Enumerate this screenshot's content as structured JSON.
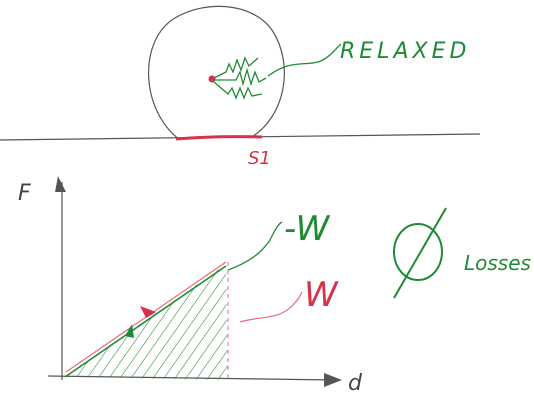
{
  "colors": {
    "ink_gray": "#444444",
    "ink_green": "#1f8a35",
    "ink_red": "#d8324a",
    "background": "#ffffff"
  },
  "labels": {
    "relaxed": "RELAXED",
    "contact_patch": "S1",
    "force_axis": "F",
    "distance_axis": "d",
    "negative_work": "-W",
    "work": "W",
    "losses": "Losses",
    "empty_set_symbol": "∅"
  },
  "icons": {
    "spring": "spring-icon",
    "axis_arrow": "arrowhead-icon"
  }
}
